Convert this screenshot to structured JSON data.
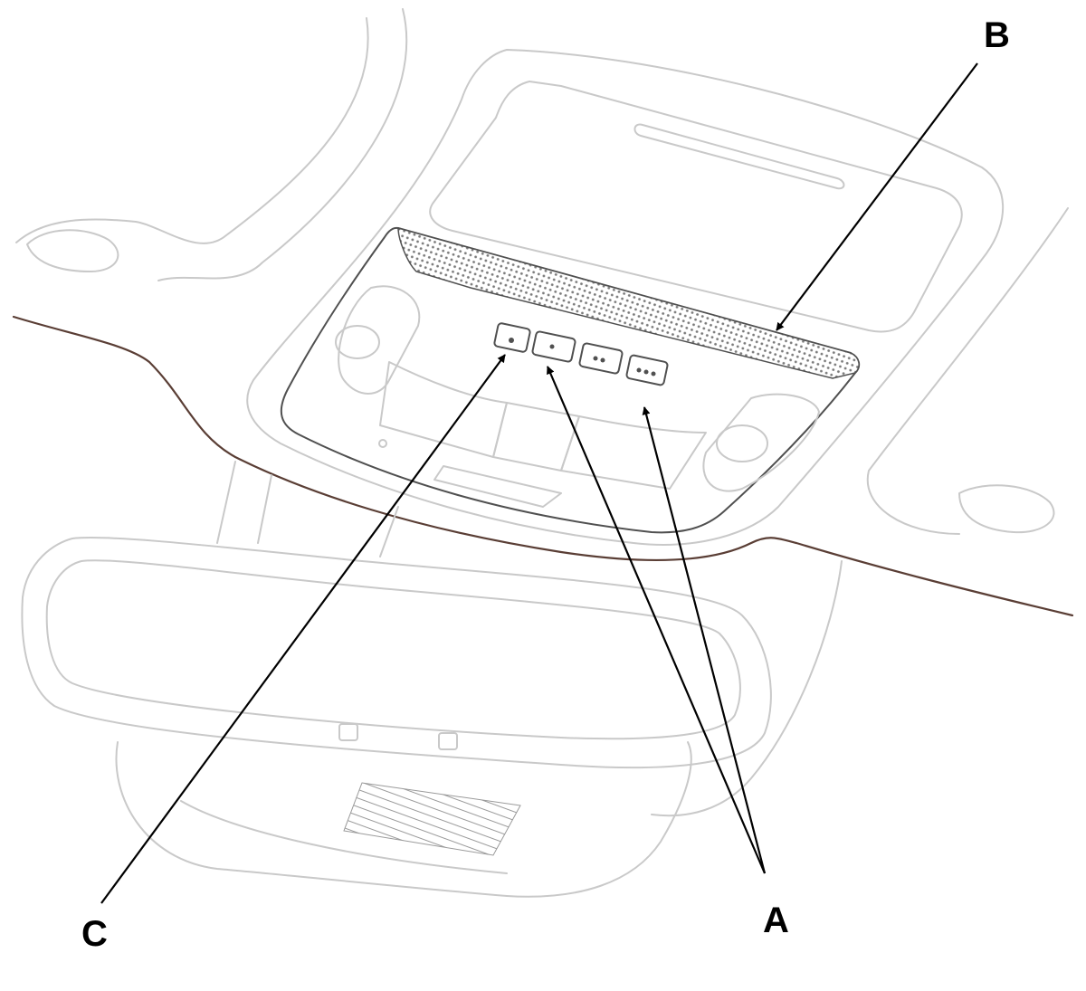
{
  "callouts": {
    "A": "A",
    "B": "B",
    "C": "C"
  }
}
